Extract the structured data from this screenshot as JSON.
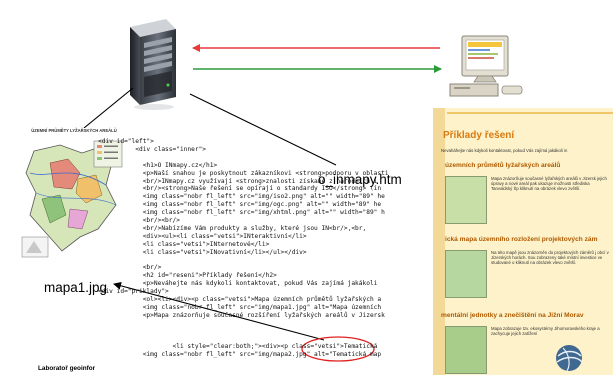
{
  "labels": {
    "htm_file": "o_inmapy.htm",
    "jpg_file": "mapa1.jpg",
    "lab": "Laboratoř geoinfor"
  },
  "map_thumbnail": {
    "title": "ÚZEMNÍ PRŮMĚTY LYŽAŘSKÝCH AREÁLŮ"
  },
  "web_thumbnail": {
    "page_title": "Příklady řešení",
    "intro": "Nevaháhejte nás kdykoli kontaktovat, pokud Vás zajímá jakákoli in",
    "section1": "územních průmětů lyžařských areálů",
    "text1": "Mapa znázorňuje současné lyžařských areálů v Jizersk jejich úpravy a nové areál pak ukazuje možnosti střediska Tanvaldský Šp kliknutí na obrázek vlevo zvětší.",
    "section2": "ická mapa územního rozložení projektových zám",
    "text2": "Na této mapě jsou znázorněn do projektových záměrů j obcí v Jizerských horách. Sou zobrazeny také místní investice ve studované o kliknutí na obrázek vlevo zvětší.",
    "section3": "mentální jednotky a znečištění na Jižní Morav",
    "text3": "Mapa zobrazuje tzv. ekosystémy Jihomoravského kraje a zachycuje jejich zatížení"
  },
  "code_lines": [
    "<div id=\"left\">",
    "          <div class=\"inner\">",
    "",
    "            <h1>O INmapy.cz</h1>",
    "            <p>Naší snahou je poskytnout zákazníkovi <strong>podporu v oblasti",
    "            <br/>INmapy.cz využívají <strong>znalosti získané z národních i",
    "            <br/><strong>Naše řešení se opírají o standardy ISO</strong> (in",
    "            <img class=\"nobr fl_left\" src=\"img/iso2.png\" alt=\"\" width=\"89\" he",
    "            <img class=\"nobr fl_left\" src=\"img/ogc.png\" alt=\"\" width=\"89\" he",
    "            <img class=\"nobr fl_left\" src=\"img/xhtml.png\" alt=\"\" width=\"89\" h",
    "            <br/><br/>",
    "            <br/>Nabízíme Vám produkty a služby, které jsou IN<br/>,<br,",
    "            <div><ul><li class=\"vetsi\">INteraktivní</li>",
    "            <li class=\"vetsi\">INternetové</li>",
    "            <li class=\"vetsi\">INovativní</li></ul></div>",
    "",
    "            <br/>",
    "            <h2 id=\"reseni\">Příklady řešení</h2>",
    "            <p>Neváhejte nás kdykoli kontaktovat, pokud Vás zajímá jakákoli",
    "<div id=\"priklady\">",
    "            <ol><li><div><p class=\"vetsi\">Mapa územních průmětů lyžařských a",
    "            <img class=\"nobr fl_left\" src=\"img/mapa1.jpg\" alt=\"Mapa územních",
    "            <p>Mapa znázorňuje současné rozšíření lyžařských areálů v Jizersk",
    "",
    "",
    "",
    "                    <li style=\"clear:both;\"><div><p class=\"vetsi\">Tematická",
    "            <img class=\"nobr fl_left\" src=\"img/mapa2.jpg\" alt=\"Tematická map"
  ]
}
